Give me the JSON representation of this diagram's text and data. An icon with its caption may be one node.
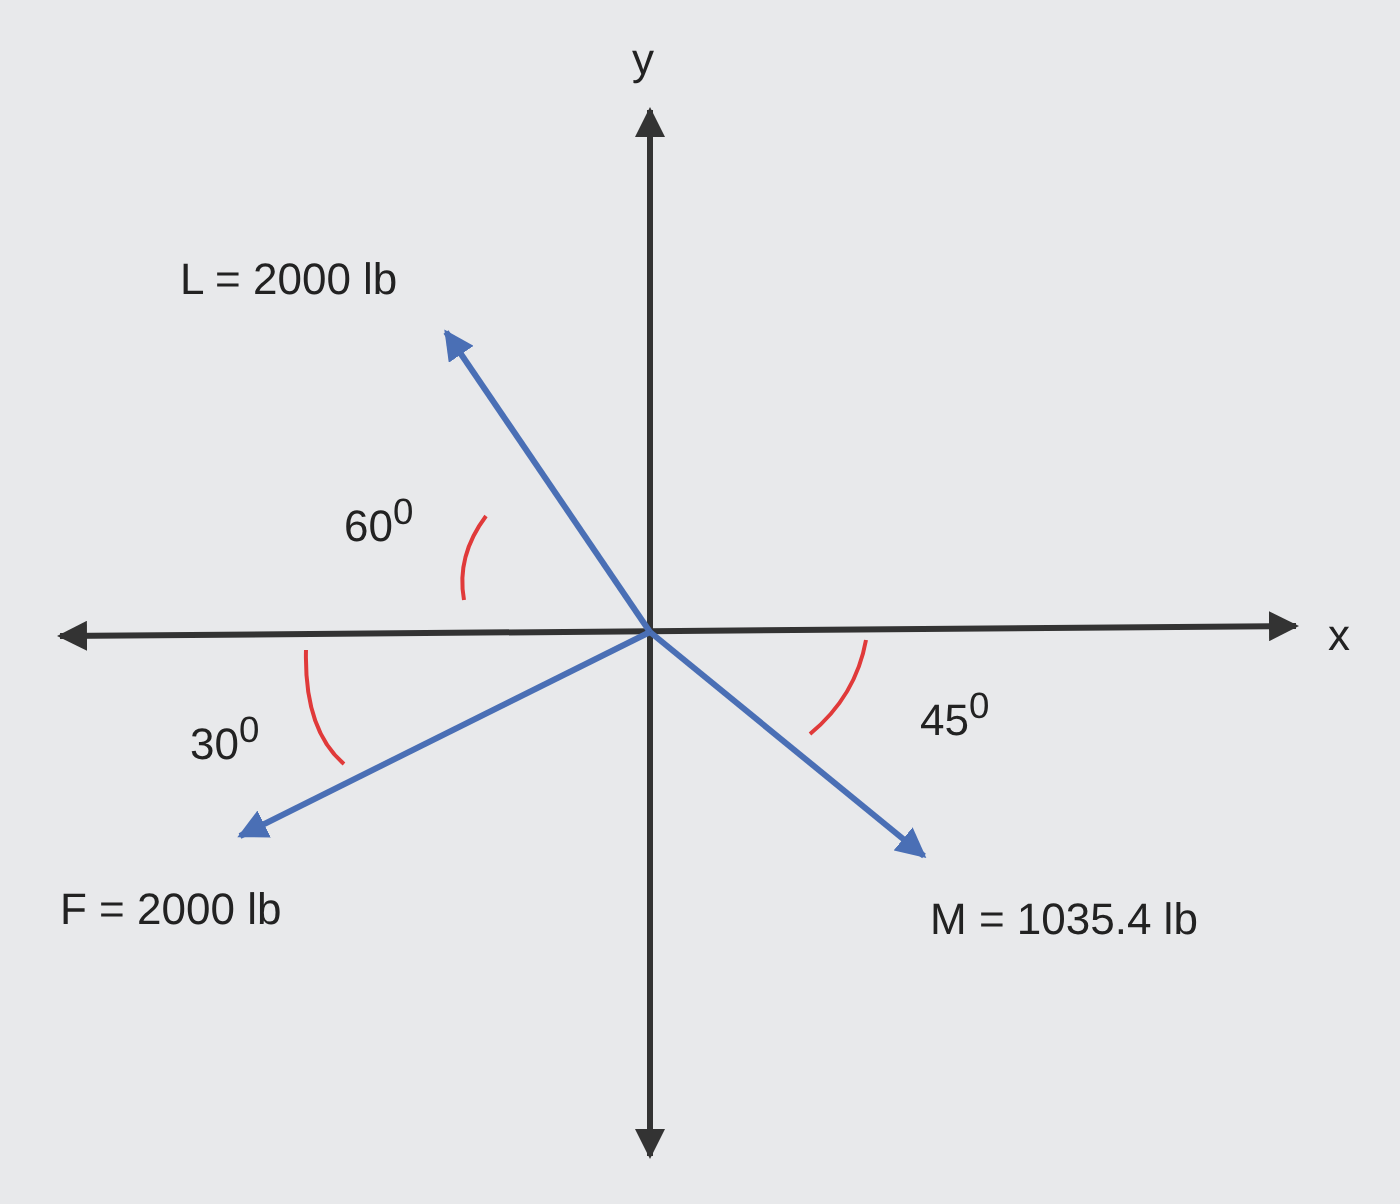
{
  "diagram": {
    "labels": [
      "y",
      "L = 2000 lb",
      "60$^{0}$",
      "x",
      "30$^{0}$",
      "45$^{0}$",
      "F = 2000 lb",
      "M = 1035.4 lb"
    ]
  }
}
